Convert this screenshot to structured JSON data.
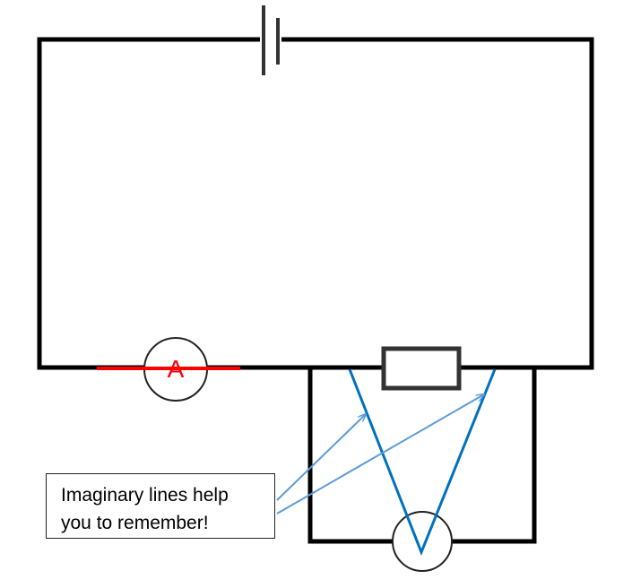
{
  "ammeter_label": "A",
  "callout": {
    "line1": "Imaginary lines help",
    "line2": "you to remember!"
  },
  "colors": {
    "wire": "#000000",
    "ammeter_highlight": "#ff0000",
    "voltmeter_lines": "#0070c0",
    "arrows": "#5b9bd5"
  }
}
